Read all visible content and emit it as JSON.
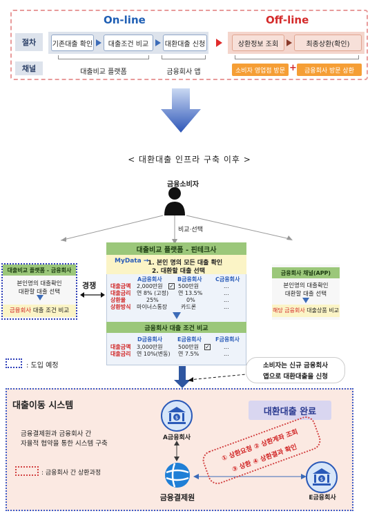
{
  "top": {
    "online_title": "On-line",
    "offline_title": "Off-line",
    "row_procedure_label": "절차",
    "row_channel_label": "채널",
    "steps_online": [
      "기존대출 확인",
      "대출조건 비교",
      "대환대출 신청"
    ],
    "steps_offline": [
      "상환정보 조회",
      "최종상환(확인)"
    ],
    "channels_online": [
      "대출비교 플랫폼",
      "금융회사 앱"
    ],
    "channel_offline_1": "소비자 영업점 방문",
    "channel_offline_plus": "+",
    "channel_offline_2": "금융회사 방문 상환",
    "colors": {
      "online_title": "#1f5fb4",
      "offline_title": "#d42a2a"
    }
  },
  "section_title": "< 대환대출 인프라 구축 이후 >",
  "consumer": {
    "label": "금융소비자",
    "compare_select": "비교·선택"
  },
  "left_box": {
    "title": "대출비교 플랫폼 - 금융회사",
    "line1": "본인명의 대출확인",
    "line2": "대환할 대출 선택",
    "bottom_red": "금융회사",
    "bottom_rest": " 대출 조건 비교"
  },
  "competition": {
    "label": "경쟁"
  },
  "center_box": {
    "title": "대출비교 플랫폼 - 핀테크사",
    "mydata": "MyData →",
    "mydata_line1": "1. 본인 명의 모든 대출 확인",
    "mydata_line2": "2. 대환할 대출 선택",
    "table1_headers": [
      "A금융회사",
      "B금융회사",
      "C금융회사"
    ],
    "table1_row_labels": [
      "대출금액",
      "대출금리",
      "상환율",
      "상환방식"
    ],
    "table1_a": [
      "2,000만원",
      "연 8% (고정)",
      "25%",
      "마이너스통장"
    ],
    "table1_b": [
      "500만원",
      "연 13.5%",
      "0%",
      "카드론"
    ],
    "table1_c": [
      "...",
      "...",
      "...",
      "..."
    ],
    "compare_title": "금융회사 대출 조건 비교",
    "table2_headers": [
      "D금융회사",
      "E금융회사",
      "F금융회사"
    ],
    "table2_row_labels": [
      "대출금액",
      "대출금리"
    ],
    "table2_d": [
      "3,000만원",
      "연 10%(변동)"
    ],
    "table2_e": [
      "500만원",
      "연 7.5%"
    ],
    "table2_f": [
      "...",
      "..."
    ]
  },
  "right_box": {
    "title": "금융회사 채널(APP)",
    "line1": "본인명의 대출확인",
    "line2": "대환할 대출 선택",
    "bottom_red": "해당 금융회사",
    "bottom_rest": " 대출상품 비교"
  },
  "legend_planned": ": 도입 예정",
  "callout": {
    "line1": "소비자는 신규 금융회사",
    "line2": "앱으로 대환대출을 신청"
  },
  "system": {
    "title": "대출이동 시스템",
    "desc1": "금융결제원과 금융회사 간",
    "desc2": "자율적 협약을 통한 시스템 구축",
    "legend": ": 금융회사 간 상환과정",
    "completion": "대환대출 완료",
    "bank_a": "A금융회사",
    "bank_e": "E금융회사",
    "kftc": "금융결제원",
    "process1": "① 상환요청 ② 상환계좌 조회",
    "process2": "③ 상환 ④ 상환결과 확인"
  }
}
